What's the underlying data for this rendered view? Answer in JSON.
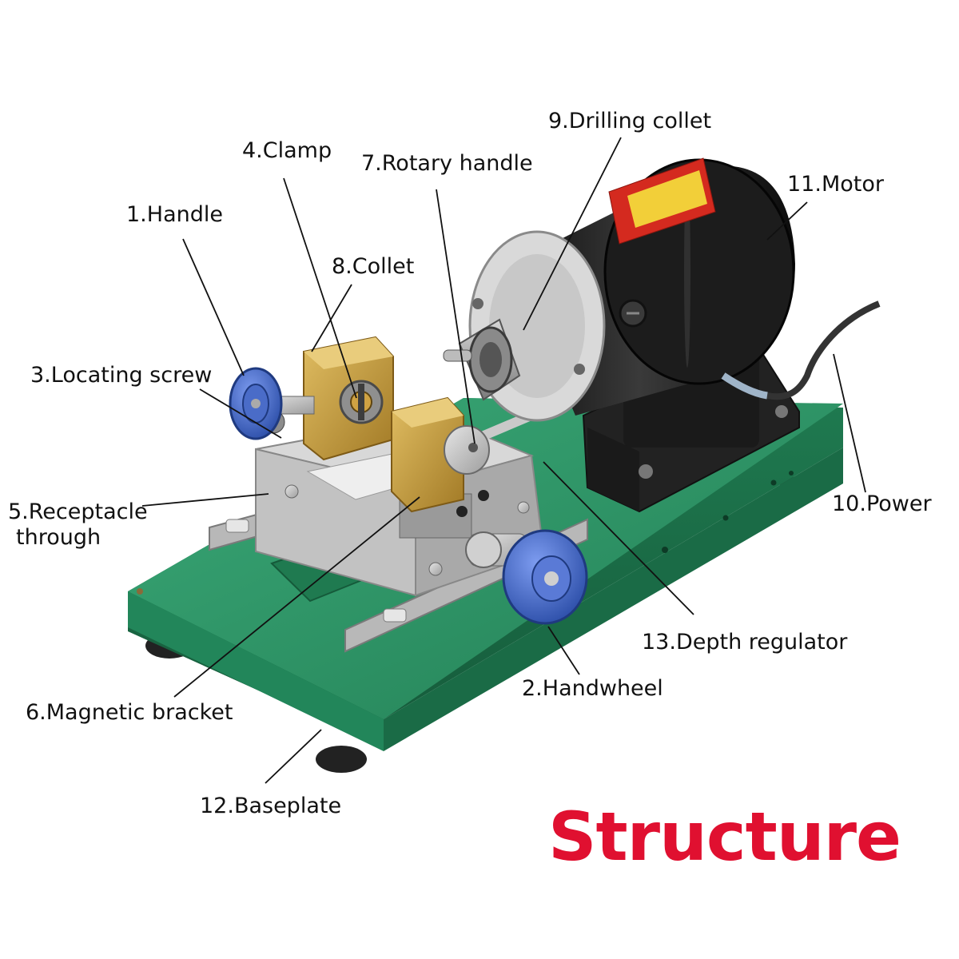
{
  "title": "Structure",
  "colors": {
    "title": "#e01030",
    "baseplate": "#2f9a6a",
    "motor": "#1b1b1b",
    "brass": "#c49a3a",
    "knob": "#3f64c8",
    "warning_label": "#d42a1f"
  },
  "labels": {
    "handle": "1.Handle",
    "handwheel": "2.Handwheel",
    "locating_screw": "3.Locating screw",
    "clamp": "4.Clamp",
    "receptacle_line1": "5.Receptacle",
    "receptacle_line2": "through",
    "magnetic_bracket": "6.Magnetic bracket",
    "rotary_handle": "7.Rotary handle",
    "collet": "8.Collet",
    "drilling_collet": "9.Drilling collet",
    "power": "10.Power",
    "motor": "11.Motor",
    "baseplate": "12.Baseplate",
    "depth_regulator": "13.Depth regulator"
  }
}
